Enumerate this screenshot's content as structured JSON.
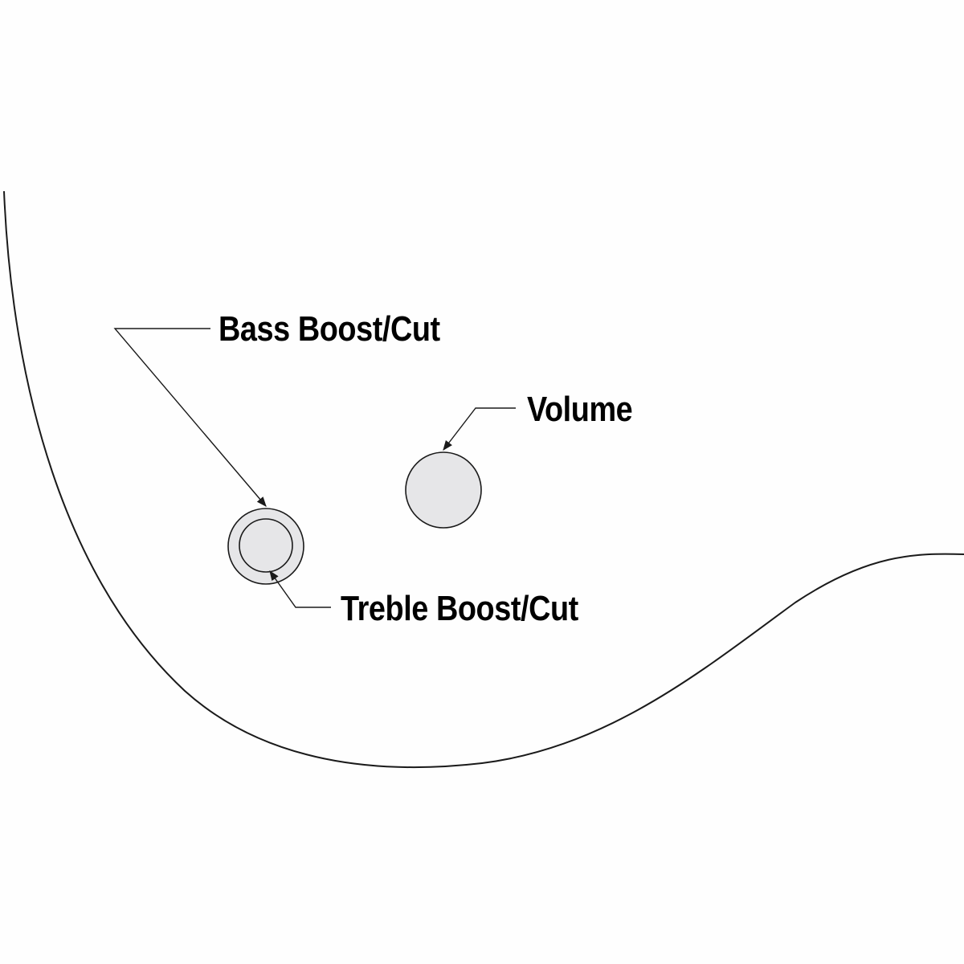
{
  "labels": {
    "bass": "Bass Boost/Cut",
    "volume": "Volume",
    "treble": "Treble Boost/Cut"
  },
  "colors": {
    "background": "#fefefe",
    "outline": "#1a1a1a",
    "knob_fill": "#e6e6e8",
    "text": "#000000"
  }
}
